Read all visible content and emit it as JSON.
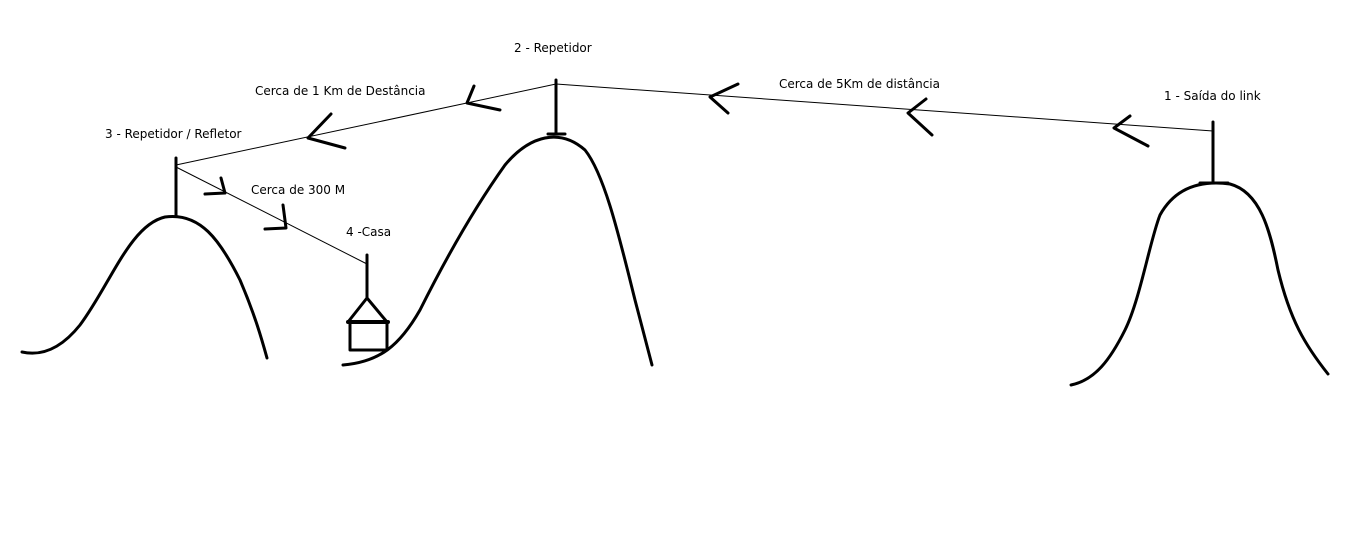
{
  "labels": {
    "site1": "1 - Saída do link",
    "site2": "2 - Repetidor",
    "site3": "3 - Repetidor / Refletor",
    "site4": "4 -Casa",
    "dist_5km": "Cerca de 5Km de distância",
    "dist_1km": "Cerca de 1 Km de Destância",
    "dist_300m": "Cerca de 300 M"
  }
}
